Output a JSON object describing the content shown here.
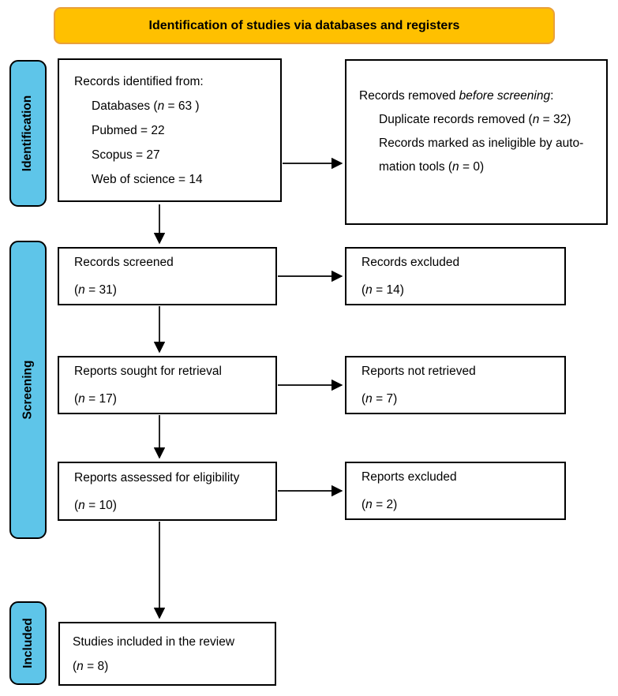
{
  "colors": {
    "banner_fill": "#FFC000",
    "banner_border": "#E9A13B",
    "stage_fill": "#5EC5E9"
  },
  "banner": {
    "title": "Identification of studies via databases and registers"
  },
  "stages": {
    "identification": "Identification",
    "screening": "Screening",
    "included": "Included"
  },
  "boxes": {
    "records_identified": {
      "title": "Records identified from:",
      "items": [
        "Databases (*n* = 63 )",
        "Pubmed = 22",
        "Scopus = 27",
        "Web of science = 14"
      ]
    },
    "records_removed": {
      "title": "Records removed *before screening*:",
      "items": [
        "Duplicate records removed (*n* = 32)",
        "Records marked as ineligible by auto-",
        "mation tools (*n* = 0)"
      ]
    },
    "records_screened": {
      "lines": [
        "Records screened",
        "(*n* = 31)"
      ]
    },
    "records_excluded": {
      "lines": [
        "Records excluded",
        "(*n* = 14)"
      ]
    },
    "reports_sought": {
      "lines": [
        "Reports sought for retrieval",
        "(*n* = 17)"
      ]
    },
    "reports_not_retrieved": {
      "lines": [
        "Reports not retrieved",
        "(*n* = 7)"
      ]
    },
    "reports_assessed": {
      "lines": [
        "Reports assessed for eligibility",
        "(*n* = 10)"
      ]
    },
    "reports_excluded": {
      "lines": [
        "Reports excluded",
        "(*n* = 2)"
      ]
    },
    "studies_included": {
      "lines": [
        "Studies included in the review",
        "(*n* = 8)"
      ]
    }
  }
}
